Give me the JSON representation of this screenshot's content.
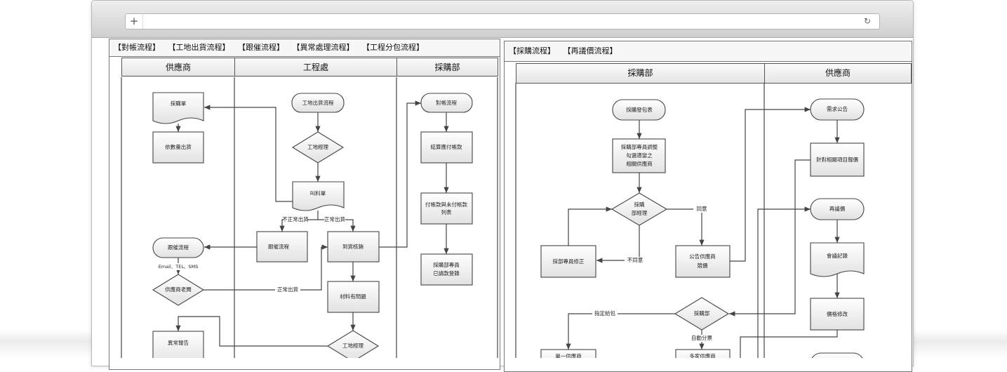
{
  "browser": {
    "new_tab_icon": "plus-icon",
    "reload_icon": "reload-icon",
    "address": ""
  },
  "left_panel": {
    "tabs": [
      "【對帳流程】",
      "【工地出貨流程】",
      "【跟催流程】",
      "【異常處理流程】",
      "【工程分包流程】"
    ],
    "lanes": [
      "供應商",
      "工程處",
      "採購部"
    ],
    "nodes": {
      "po": "採購單",
      "ship_by_qty": "依數量出貨",
      "site_ship_flow": "工地出貨流程",
      "site_manager": "工地經理",
      "material_request": "叫料單",
      "followup_box": "跟催流程",
      "receipt_writeoff": "到貨核銷",
      "followup_flow": "跟催流程",
      "supplier_boss": "供應商老闆",
      "material_problem": "材料有問題",
      "site_manager2": "工地經理",
      "exception_report": "異常報告",
      "reconcile_flow": "對帳流程",
      "settle_ap": "結算應付帳款",
      "paid_unpaid_1": "付帳款與未付帳款",
      "paid_unpaid_2": "列表",
      "staff_billed_1": "採購部專員",
      "staff_billed_2": "已請款登錄"
    },
    "edge_labels": {
      "abnormal": "不正常出貨",
      "normal": "正常出貨",
      "contact": "Email、TEL、SMS",
      "normal2": "正常出貨"
    }
  },
  "right_panel": {
    "tabs": [
      "【採購流程】",
      "【再議價流程】"
    ],
    "lanes": [
      "採購部",
      "供應商"
    ],
    "nodes": {
      "tender_form": "採購發包表",
      "adjust_1": "採購部專員調整",
      "adjust_2": "勾選適當之",
      "adjust_3": "相關供應商",
      "mgr_1": "採購",
      "mgr_2": "部經理",
      "staff_fix": "採部專員修正",
      "announce_1": "公告供應商",
      "announce_2": "競價",
      "purchasing": "採購部",
      "single_supplier": "單一供應商",
      "multi_supplier": "多家供應商",
      "demand_notice": "需求公告",
      "quote": "針對相關項目報價",
      "renegotiate": "再議價",
      "minutes": "會議記錄",
      "price_change": "價格修改"
    },
    "edge_labels": {
      "agree": "同意",
      "disagree": "不同意",
      "assign": "指定給包",
      "auto_split": "自動分票"
    }
  }
}
